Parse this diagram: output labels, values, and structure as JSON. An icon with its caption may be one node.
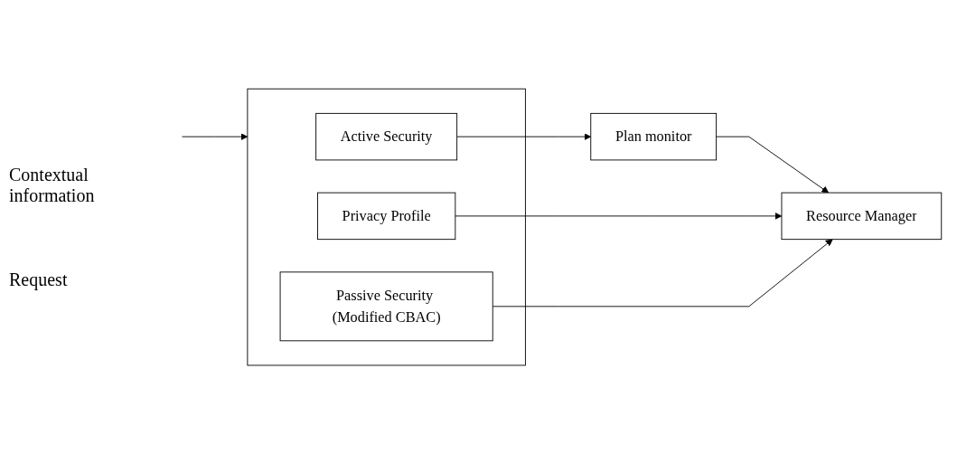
{
  "diagram": {
    "nodes": [
      {
        "text": [],
        "shape": "box"
      },
      {
        "text": [
          "Active Security"
        ],
        "in": 0
      },
      {
        "text": [
          "Privacy Profile"
        ],
        "in": 0
      },
      {
        "text": [
          "Passive Security (Modified CBAC)"
        ],
        "in": 0
      },
      {
        "text": [
          "Plan monitor"
        ]
      },
      {
        "text": [
          "Resource Manager"
        ]
      }
    ],
    "edges": [
      {
        "from": null,
        "to": 0,
        "arrow": "to"
      },
      {
        "from": 1,
        "to": 4,
        "arrow": "to"
      },
      {
        "from": 4,
        "to": 5,
        "arrow": "to"
      },
      {
        "from": 2,
        "to": 5,
        "arrow": "to"
      },
      {
        "from": 3,
        "to": 5,
        "arrow": "to"
      }
    ],
    "labels": [
      "Contextual information",
      "Request"
    ]
  }
}
